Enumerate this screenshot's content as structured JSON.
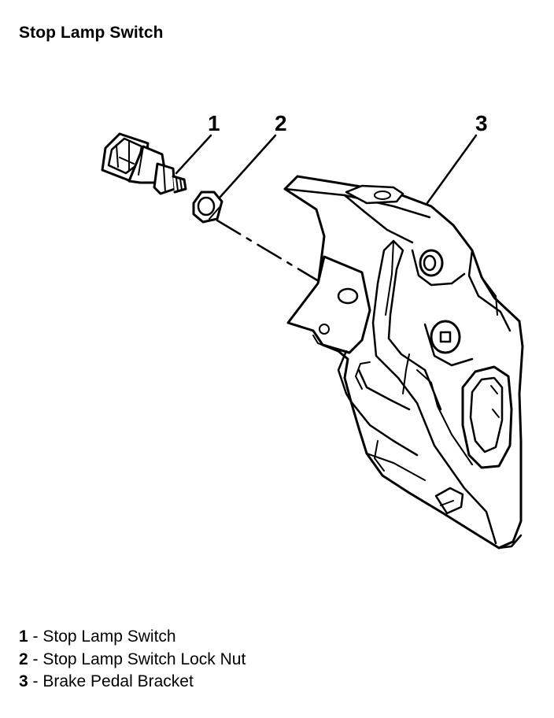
{
  "title": "Stop Lamp Switch",
  "callouts": [
    "1",
    "2",
    "3"
  ],
  "legend": [
    {
      "num": "1",
      "sep": " - ",
      "label": "Stop Lamp Switch"
    },
    {
      "num": "2",
      "sep": " - ",
      "label": "Stop Lamp Switch Lock Nut"
    },
    {
      "num": "3",
      "sep": " - ",
      "label": "Brake Pedal Bracket"
    }
  ]
}
